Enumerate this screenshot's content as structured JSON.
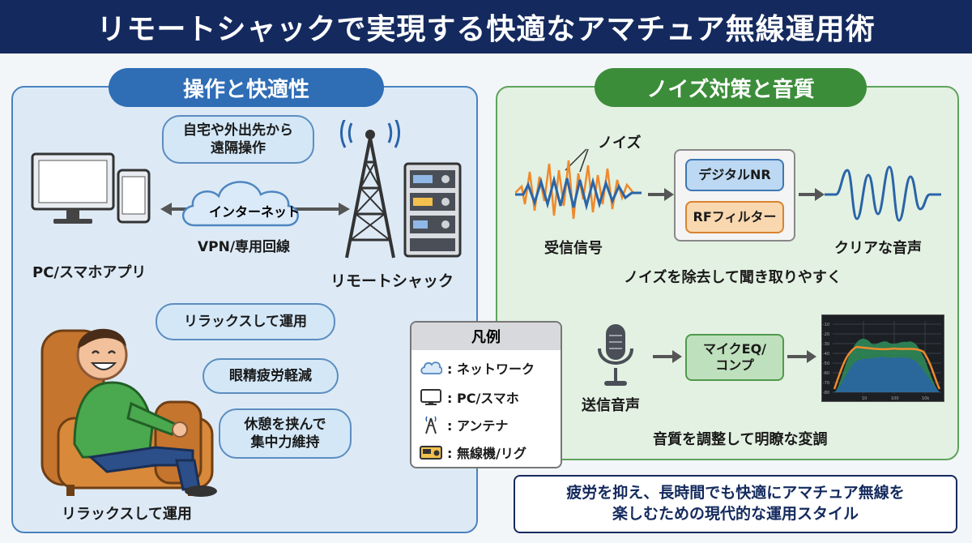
{
  "title": "リモートシャックで実現する快適なアマチュア無線運用術",
  "left_panel": {
    "heading": "操作と快適性",
    "bubble_remote_line1": "自宅や外出先から",
    "bubble_remote_line2": "遠隔操作",
    "cloud_label": "インターネット",
    "vpn_label": "VPN/専用回線",
    "pc_label": "PC/スマホアプリ",
    "shack_label": "リモートシャック",
    "bubble_relax": "リラックスして運用",
    "bubble_eye": "眼精疲労軽減",
    "bubble_break_line1": "休憩を挟んで",
    "bubble_break_line2": "集中力維持",
    "person_caption": "リラックスして運用"
  },
  "right_panel": {
    "heading": "ノイズ対策と音質",
    "noise_label": "ノイズ",
    "received_label": "受信信号",
    "digital_nr": "デジタルNR",
    "rf_filter": "RFフィルター",
    "clear_audio": "クリアな音声",
    "noise_caption": "ノイズを除去して聞き取りやすく",
    "tx_label": "送信音声",
    "eq_line1": "マイクEQ/",
    "eq_line2": "コンプ",
    "eq_caption": "音質を調整して明瞭な変調",
    "graph_y_ticks": [
      "-10",
      "-20",
      "-30",
      "-40",
      "-50",
      "-60",
      "-70",
      "-80"
    ],
    "graph_x_ticks": [
      "10",
      "100",
      "10k"
    ]
  },
  "legend": {
    "title": "凡例",
    "items": [
      {
        "icon": "cloud-icon",
        "label": ": ネットワーク"
      },
      {
        "icon": "monitor-icon",
        "label": ": PC/スマホ"
      },
      {
        "icon": "antenna-icon",
        "label": ": アンテナ"
      },
      {
        "icon": "radio-icon",
        "label": ": 無線機/リグ"
      }
    ]
  },
  "summary": {
    "line1": "疲労を抑え、長時間でも快適にアマチュア無線を",
    "line2": "楽しむための現代的な運用スタイル"
  },
  "colors": {
    "banner": "#142a5e",
    "left_accent": "#2f6db5",
    "right_accent": "#3c8d3a",
    "noise_orange": "#ee8a2c",
    "signal_blue": "#2a64a8"
  }
}
